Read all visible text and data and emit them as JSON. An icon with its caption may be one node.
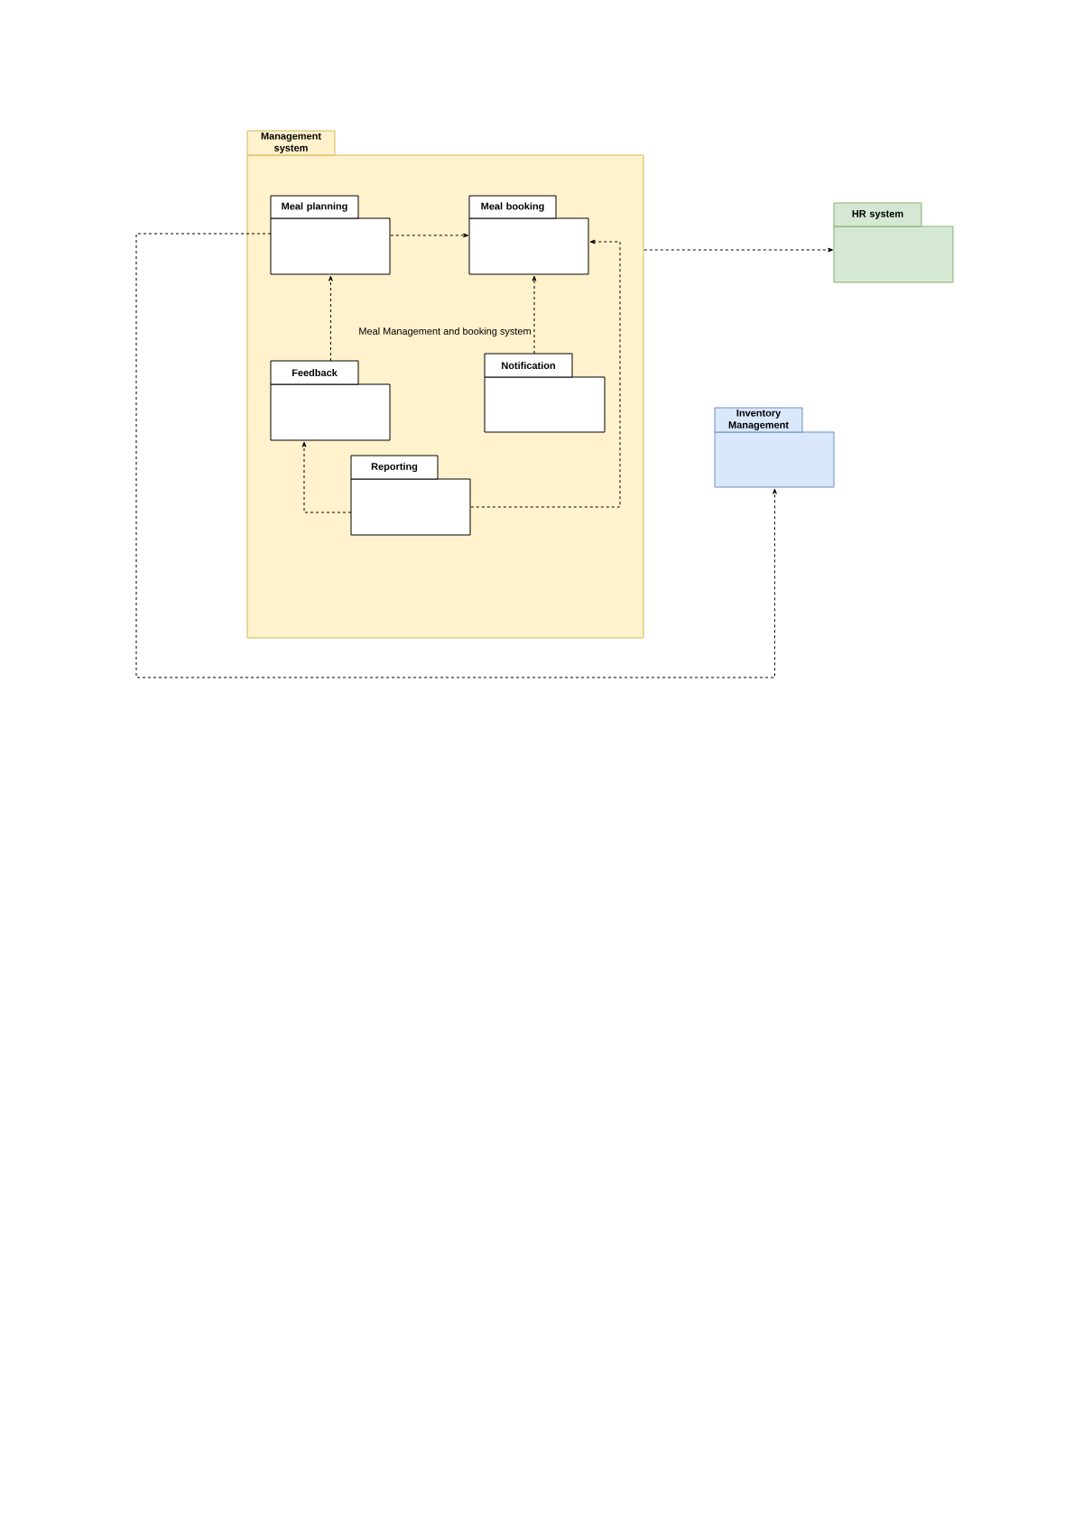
{
  "diagram": {
    "nodes": [
      {
        "text": [
          "Management system"
        ]
      },
      {
        "text": [
          "Meal planning"
        ],
        "in": 0
      },
      {
        "text": [
          "Meal booking"
        ],
        "in": 0
      },
      {
        "text": [
          "Feedback"
        ],
        "in": 0
      },
      {
        "text": [
          "Notification"
        ],
        "in": 0
      },
      {
        "text": [
          "Reporting"
        ],
        "in": 0
      },
      {
        "text": [
          "HR system"
        ]
      },
      {
        "text": [
          "Inventory Management"
        ]
      }
    ],
    "edges": [
      {
        "from": 1,
        "to": 2,
        "arrow": "to",
        "style": "dashed"
      },
      {
        "from": 3,
        "to": 1,
        "arrow": "to",
        "style": "dashed"
      },
      {
        "from": 4,
        "to": 2,
        "arrow": "to",
        "style": "dashed"
      },
      {
        "from": 5,
        "to": 3,
        "arrow": "to",
        "style": "dashed"
      },
      {
        "from": 5,
        "to": 2,
        "arrow": "to",
        "style": "dashed"
      },
      {
        "from": 0,
        "to": 6,
        "arrow": "to",
        "style": "dashed"
      },
      {
        "from": 1,
        "to": 7,
        "arrow": "to",
        "style": "dashed"
      }
    ],
    "labels": [
      "Meal Management and booking system"
    ]
  }
}
